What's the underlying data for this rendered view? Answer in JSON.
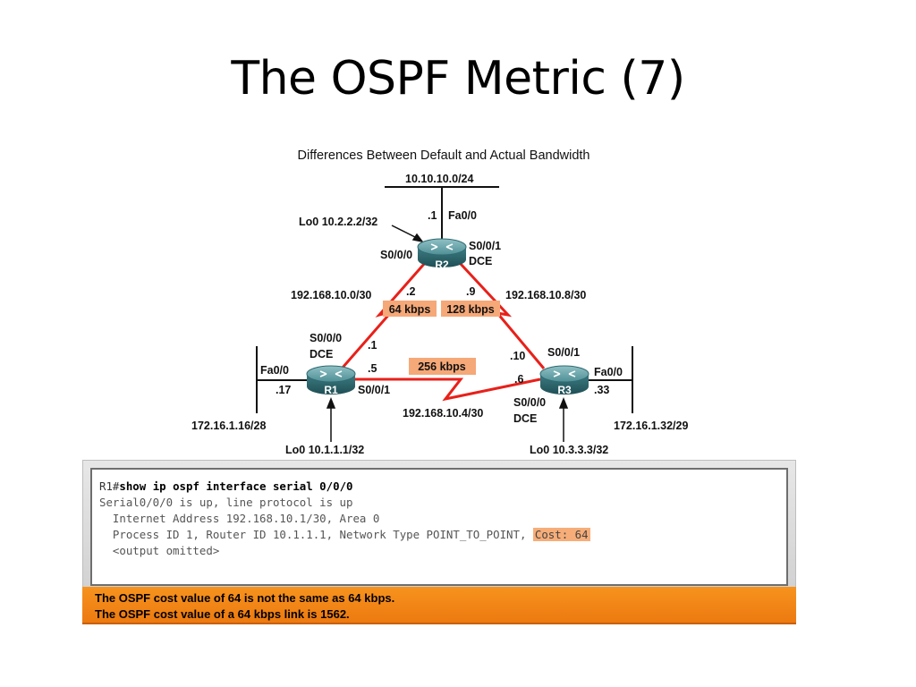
{
  "slide": {
    "title": "The OSPF Metric (7)"
  },
  "figure": {
    "caption": "Differences Between Default and Actual Bandwidth",
    "routers": {
      "r1": "R1",
      "r2": "R2",
      "r3": "R3"
    },
    "labels": {
      "net_top": "10.10.10.0/24",
      "r2_fa_ip": ".1",
      "r2_fa": "Fa0/0",
      "r2_lo": "Lo0 10.2.2.2/32",
      "r2_s000": "S0/0/0",
      "r2_s001": "S0/0/1",
      "r2_dce": "DCE",
      "net_left": "192.168.10.0/30",
      "net_right": "192.168.10.8/30",
      "r2_left_ip": ".2",
      "r2_right_ip": ".9",
      "bw_left": "64 kbps",
      "bw_right": "128 kbps",
      "bw_bottom": "256 kbps",
      "r1_s000": "S0/0/0",
      "r1_dce": "DCE",
      "r1_s000_ip": ".1",
      "r1_s001_ip": ".5",
      "r1_s001": "S0/0/1",
      "r1_fa": "Fa0/0",
      "r1_fa_ip": ".17",
      "net_r1_lan": "172.16.1.16/28",
      "r1_lo": "Lo0 10.1.1.1/32",
      "r3_s001_ip": ".10",
      "r3_s001": "S0/0/1",
      "r3_s000_ip": ".6",
      "r3_s000": "S0/0/0",
      "r3_dce": "DCE",
      "r3_fa": "Fa0/0",
      "r3_fa_ip": ".33",
      "net_bottom": "192.168.10.4/30",
      "net_r3_lan": "172.16.1.32/29",
      "r3_lo": "Lo0 10.3.3.3/32"
    }
  },
  "cli": {
    "prompt": "R1#",
    "command": "show ip ospf interface serial 0/0/0",
    "line2": "Serial0/0/0 is up, line protocol is up",
    "line3": "  Internet Address 192.168.10.1/30, Area 0",
    "line4_prefix": "  Process ID 1, Router ID 10.1.1.1, Network Type POINT_TO_POINT, ",
    "line4_highlight": "Cost: 64",
    "line5": "  <output omitted>"
  },
  "notes": [
    "The OSPF cost value of 64 is not the same as 64 kbps.",
    "The OSPF cost value of a 64 kbps link is 1562."
  ],
  "colors": {
    "serial_link": "#e8201a",
    "bandwidth_label": "#f5a878",
    "note_bar": "#f28c1a",
    "router_body": "#3f7f86"
  }
}
